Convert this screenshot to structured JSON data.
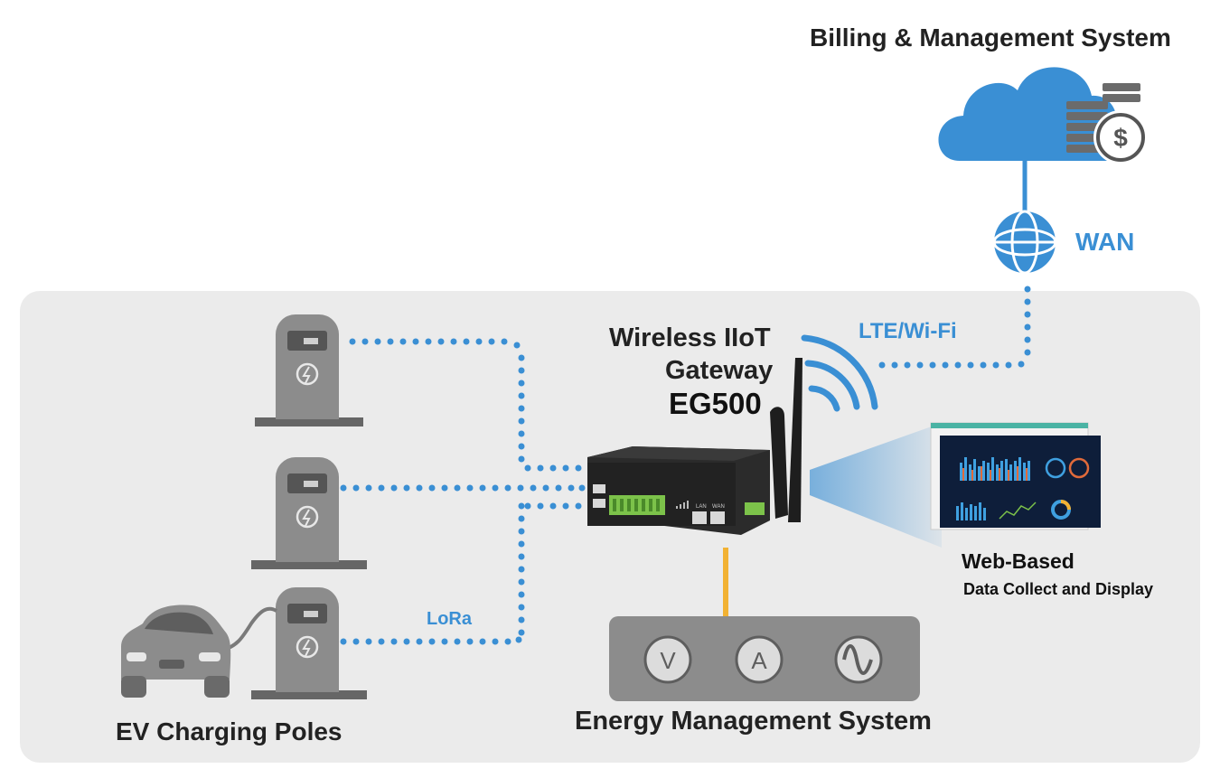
{
  "cloud": {
    "title": "Billing & Management System",
    "icon": "cloud-billing-icon",
    "color": "#3a8fd4"
  },
  "wan": {
    "label": "WAN",
    "icon": "globe-icon",
    "color": "#3a8fd4"
  },
  "gateway": {
    "title_line1": "Wireless IIoT",
    "title_line2": "Gateway",
    "model": "EG500",
    "link_label": "LTE/Wi-Fi",
    "icon": "gateway-device-icon",
    "port_labels": [
      "LAN",
      "WAN"
    ]
  },
  "lora": {
    "label": "LoRa",
    "color": "#3a8fd4"
  },
  "ev": {
    "label": "EV Charging Poles",
    "icon": "charging-pole-icon",
    "car_icon": "car-icon"
  },
  "energy": {
    "label": "Energy Management System",
    "meters": [
      {
        "symbol": "V",
        "icon": "voltmeter-icon"
      },
      {
        "symbol": "A",
        "icon": "ammeter-icon"
      },
      {
        "symbol": "",
        "icon": "waveform-icon"
      }
    ]
  },
  "web": {
    "title": "Web-Based",
    "subtitle": "Data Collect and Display",
    "icon": "dashboard-screen-icon"
  },
  "colors": {
    "accent": "#3a8fd4",
    "panel_bg": "#ebebeb",
    "pole_gray": "#8c8c8c",
    "wire_orange": "#f2b233",
    "dark_text": "#222222"
  }
}
